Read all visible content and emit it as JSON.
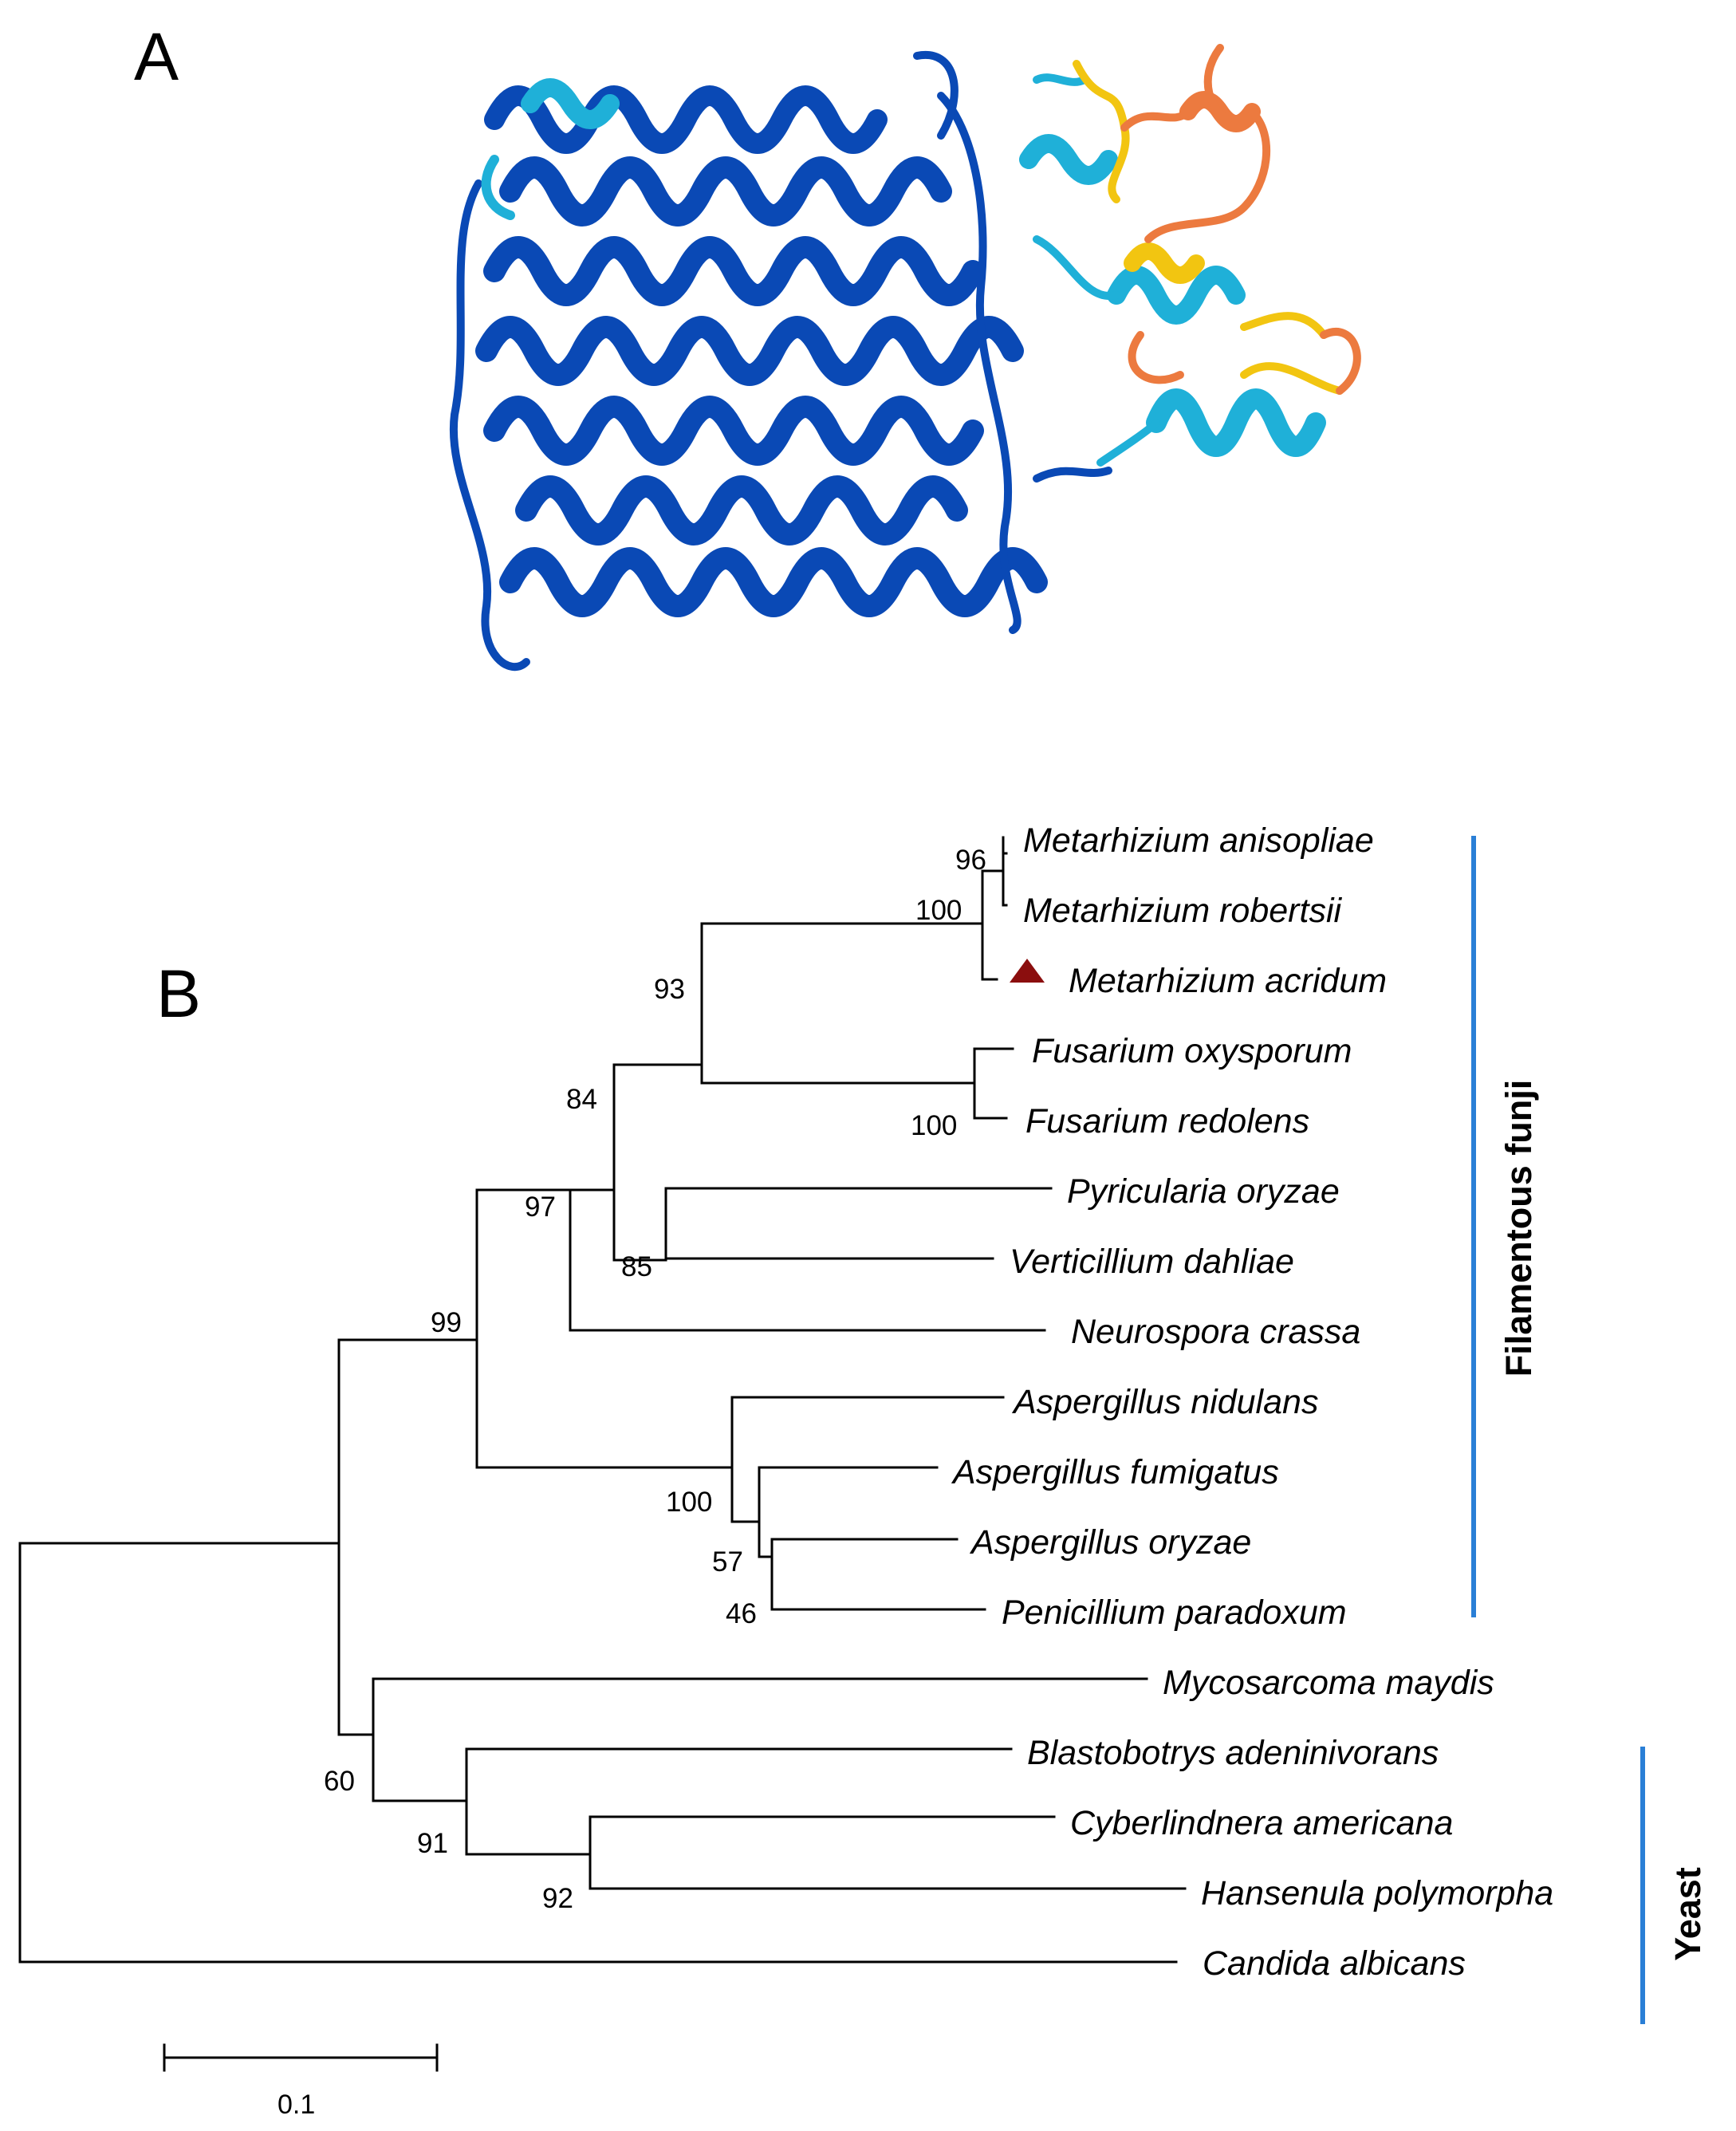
{
  "panels": {
    "a_label": "A",
    "b_label": "B"
  },
  "protein_structure": {
    "description_icon": "protein-ribbon-icon",
    "colors": {
      "very_high": "#0a49b5",
      "high": "#1fb0d8",
      "low": "#f2c511",
      "very_low": "#ec7a3f"
    }
  },
  "tree": {
    "taxa": [
      "Metarhizium anisopliae",
      "Metarhizium robertsii",
      "Metarhizium acridum",
      "Fusarium oxysporum",
      "Fusarium redolens",
      "Pyricularia oryzae",
      "Verticillium dahliae",
      "Neurospora crassa",
      "Aspergillus nidulans",
      "Aspergillus fumigatus",
      "Aspergillus oryzae",
      "Penicillium paradoxum",
      "Mycosarcoma maydis",
      "Blastobotrys adeninivorans",
      "Cyberlindnera americana",
      "Hansenula polymorpha",
      "Candida albicans"
    ],
    "bootstrap": [
      "96",
      "100",
      "93",
      "100",
      "84",
      "97",
      "85",
      "99",
      "100",
      "57",
      "46",
      "60",
      "91",
      "92"
    ],
    "highlight_marker": {
      "taxon": "Metarhizium acridum",
      "shape": "triangle",
      "color": "#8b0e0e"
    },
    "groups": [
      {
        "label": "Filamentous funji",
        "color": "#2a7fd6"
      },
      {
        "label": "Yeast",
        "color": "#2a7fd6"
      }
    ],
    "scale_bar": {
      "label": "0.1",
      "value": 0.1
    }
  }
}
